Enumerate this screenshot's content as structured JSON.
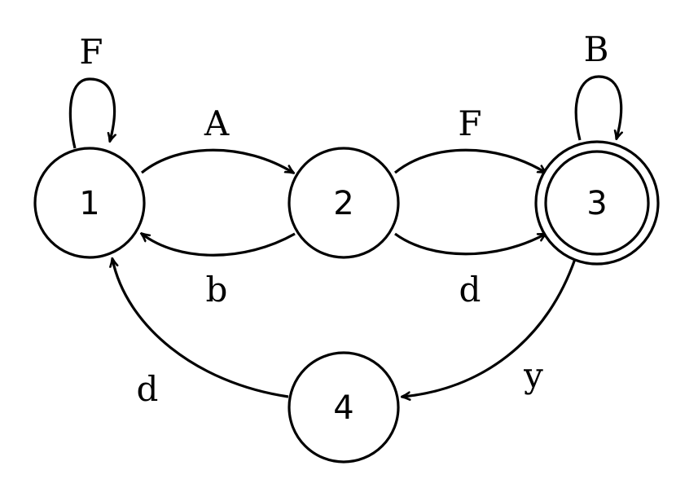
{
  "diagram": {
    "states": [
      {
        "id": "1",
        "label": "1",
        "accepting": false
      },
      {
        "id": "2",
        "label": "2",
        "accepting": false
      },
      {
        "id": "3",
        "label": "3",
        "accepting": true
      },
      {
        "id": "4",
        "label": "4",
        "accepting": false
      }
    ],
    "transitions": [
      {
        "from": "1",
        "to": "1",
        "label": "F"
      },
      {
        "from": "1",
        "to": "2",
        "label": "A"
      },
      {
        "from": "2",
        "to": "1",
        "label": "b"
      },
      {
        "from": "2",
        "to": "3",
        "label": "F"
      },
      {
        "from": "2",
        "to": "3",
        "label": "d"
      },
      {
        "from": "3",
        "to": "3",
        "label": "B"
      },
      {
        "from": "3",
        "to": "4",
        "label": "y"
      },
      {
        "from": "4",
        "to": "1",
        "label": "d"
      }
    ]
  }
}
